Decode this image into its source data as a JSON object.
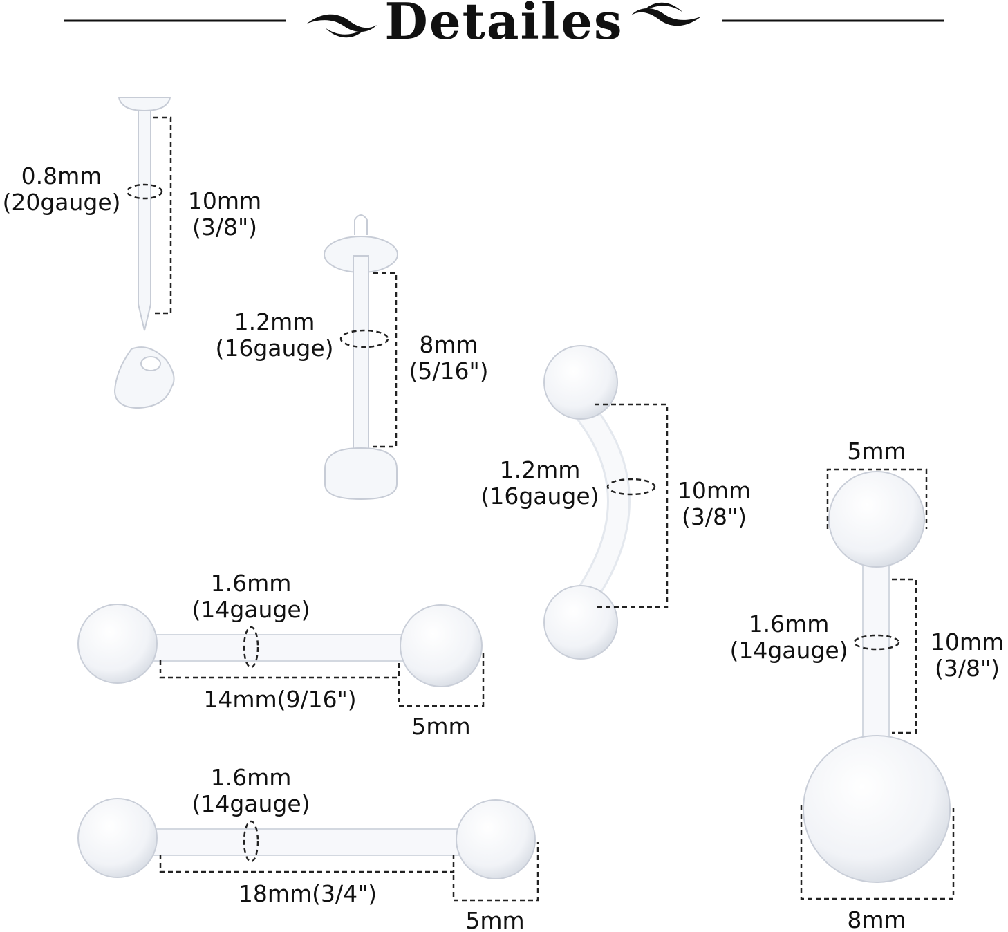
{
  "title": "Detailes",
  "colors": {
    "text": "#111111",
    "dash": "#222222",
    "acrylic_fill": "#f4f6fa",
    "acrylic_stroke": "#c9ced8"
  },
  "items": [
    {
      "gauge": "0.8mm",
      "gauge_label": "(20gauge)",
      "length": "10mm",
      "length_label": "(3/8\")"
    },
    {
      "gauge": "1.2mm",
      "gauge_label": "(16gauge)",
      "length": "8mm",
      "length_label": "(5/16\")"
    },
    {
      "gauge": "1.2mm",
      "gauge_label": "(16gauge)",
      "length": "10mm",
      "length_label": "(3/8\")"
    },
    {
      "gauge": "1.6mm",
      "gauge_label": "(14gauge)",
      "length": "14mm(9/16\")",
      "ball": "5mm"
    },
    {
      "gauge": "1.6mm",
      "gauge_label": "(14gauge)",
      "length": "18mm(3/4\")",
      "ball": "5mm"
    },
    {
      "top_ball": "5mm",
      "gauge": "1.6mm",
      "gauge_label": "(14gauge)",
      "length": "10mm",
      "length_label": "(3/8\")",
      "bottom_ball": "8mm"
    }
  ]
}
